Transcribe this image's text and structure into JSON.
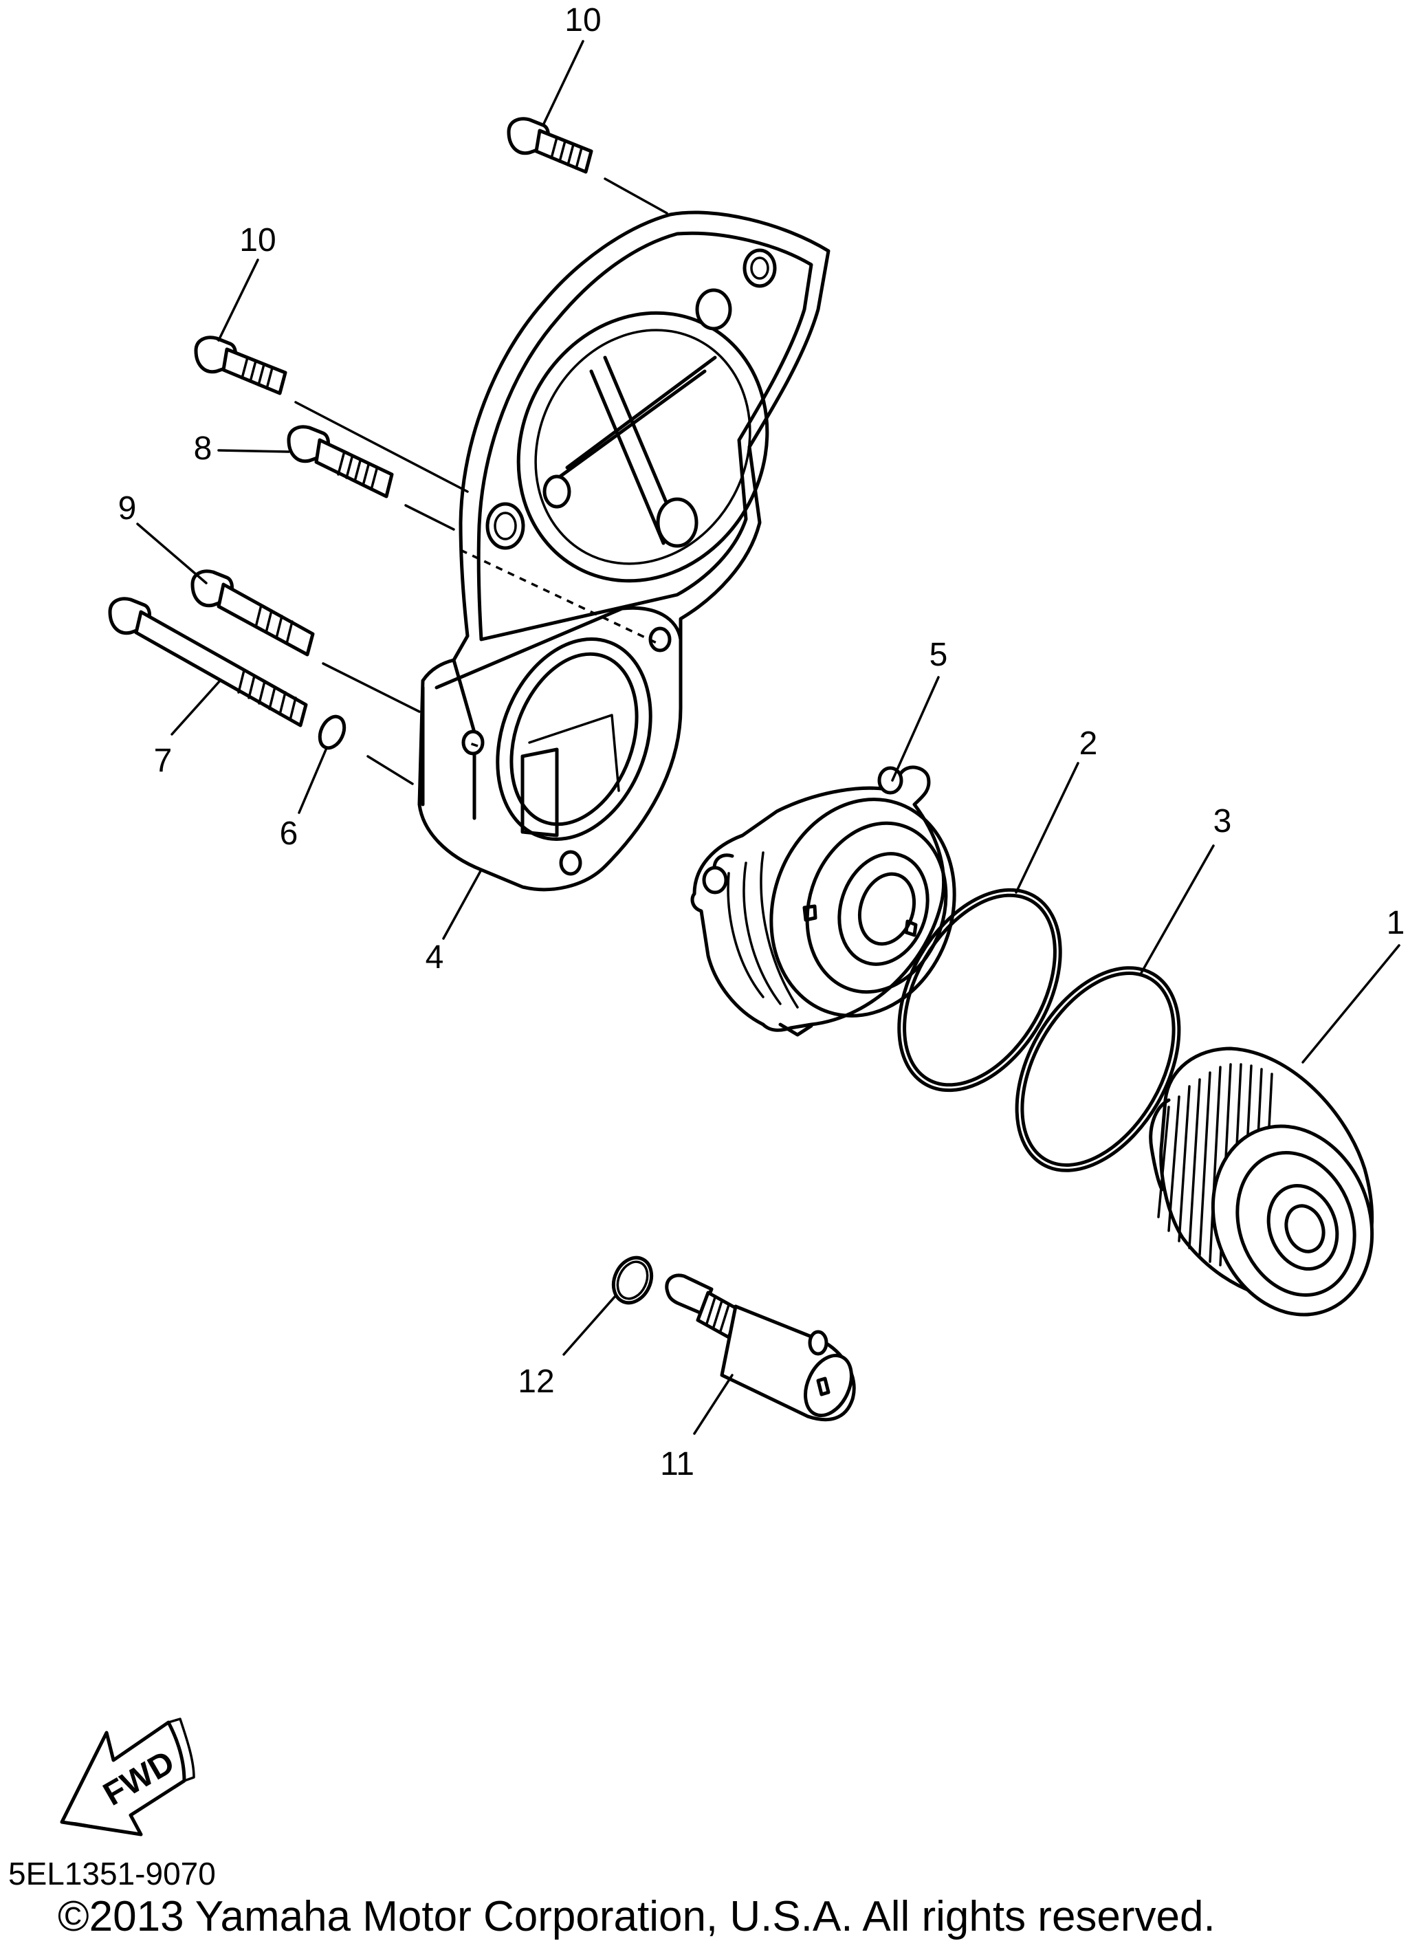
{
  "callouts": {
    "p1": "1",
    "p2": "2",
    "p3": "3",
    "p4": "4",
    "p5": "5",
    "p6": "6",
    "p7": "7",
    "p8": "8",
    "p9": "9",
    "p10a": "10",
    "p10b": "10",
    "p11": "11",
    "p12": "12"
  },
  "fwd_label": "FWD",
  "drawing_code": "5EL1351-9070",
  "copyright": "©2013 Yamaha Motor Corporation, U.S.A. All rights reserved."
}
